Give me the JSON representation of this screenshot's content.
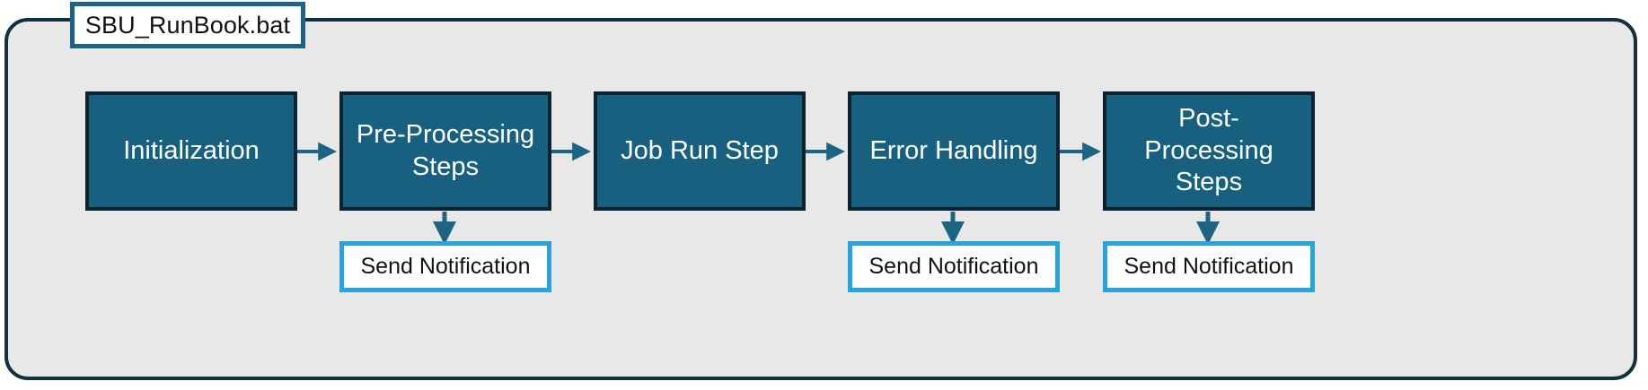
{
  "diagram": {
    "title_tab": {
      "label": "SBU_RunBook.bat"
    },
    "container": {
      "fill_color": "#E8E8E8",
      "border_color": "#14303F"
    },
    "palette": {
      "process_fill": "#17607F",
      "process_border": "#0D2231",
      "process_text": "#FFFFFF",
      "notify_fill": "#FFFFFF",
      "notify_border": "#26A4E0",
      "notify_text": "#111111",
      "arrow_color": "#1D6384",
      "tab_border": "#1D6384",
      "tab_fill": "#FFFFFF"
    },
    "process_steps": [
      {
        "id": "initialization",
        "label": "Initialization"
      },
      {
        "id": "pre-processing",
        "label": "Pre-Processing\nSteps"
      },
      {
        "id": "job-run",
        "label": "Job Run Step"
      },
      {
        "id": "error-handling",
        "label": "Error Handling"
      },
      {
        "id": "post-processing",
        "label": "Post-\nProcessing\nSteps"
      }
    ],
    "notifications": [
      {
        "id": "notify-pre-processing",
        "label": "Send Notification",
        "parent": "pre-processing"
      },
      {
        "id": "notify-error-handling",
        "label": "Send Notification",
        "parent": "error-handling"
      },
      {
        "id": "notify-post-processing",
        "label": "Send Notification",
        "parent": "post-processing"
      }
    ],
    "flow_connections": [
      {
        "from": "initialization",
        "to": "pre-processing",
        "direction": "horizontal"
      },
      {
        "from": "pre-processing",
        "to": "job-run",
        "direction": "horizontal"
      },
      {
        "from": "job-run",
        "to": "error-handling",
        "direction": "horizontal"
      },
      {
        "from": "error-handling",
        "to": "post-processing",
        "direction": "horizontal"
      },
      {
        "from": "pre-processing",
        "to": "notify-pre-processing",
        "direction": "vertical"
      },
      {
        "from": "error-handling",
        "to": "notify-error-handling",
        "direction": "vertical"
      },
      {
        "from": "post-processing",
        "to": "notify-post-processing",
        "direction": "vertical"
      }
    ]
  }
}
